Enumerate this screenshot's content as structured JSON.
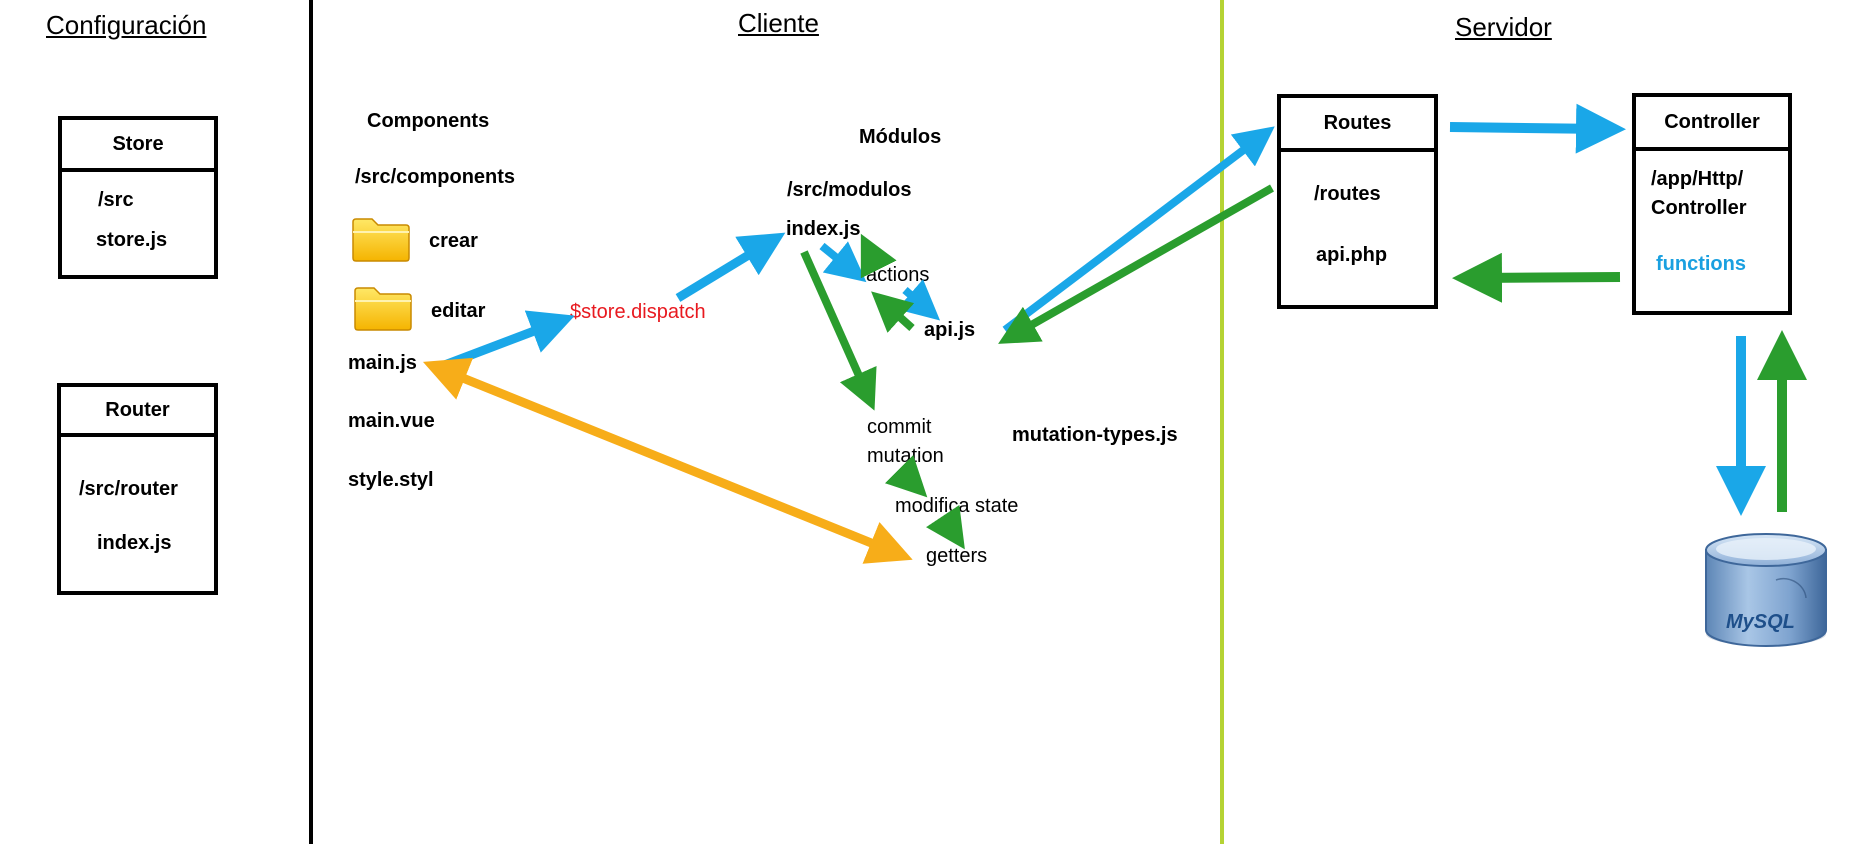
{
  "sections": {
    "config": "Configuración",
    "client": "Cliente",
    "server": "Servidor"
  },
  "store_box": {
    "title": "Store",
    "line1": "/src",
    "line2": "store.js"
  },
  "router_box": {
    "title": "Router",
    "line1": "/src/router",
    "line2": "index.js"
  },
  "components": {
    "heading": "Components",
    "path": "/src/components",
    "folders": [
      "crear",
      "editar"
    ],
    "files": [
      "main.js",
      "main.vue",
      "style.styl"
    ]
  },
  "dispatch_label": "$store.dispatch",
  "modules": {
    "heading": "Módulos",
    "path": "/src/modulos",
    "index": "index.js",
    "actions": "actions",
    "api": "api.js",
    "commit_line1": "commit",
    "commit_line2": "mutation",
    "mutation_types": "mutation-types.js",
    "modifica": "modifica state",
    "getters": "getters"
  },
  "routes_box": {
    "title": "Routes",
    "line1": "/routes",
    "line2": "api.php"
  },
  "controller_box": {
    "title": "Controller",
    "line1": "/app/Http/",
    "line2": "Controller",
    "line3": "functions"
  },
  "database": {
    "logo_text": "MySQL",
    "icon": "database-icon"
  },
  "colors": {
    "blue_arrow": "#1aa7e8",
    "green_arrow": "#2a9d2e",
    "orange_arrow": "#f7ad19",
    "dispatch_text": "#e8191f",
    "functions_text": "#1aa0e0",
    "divider_server": "#b5d334"
  }
}
